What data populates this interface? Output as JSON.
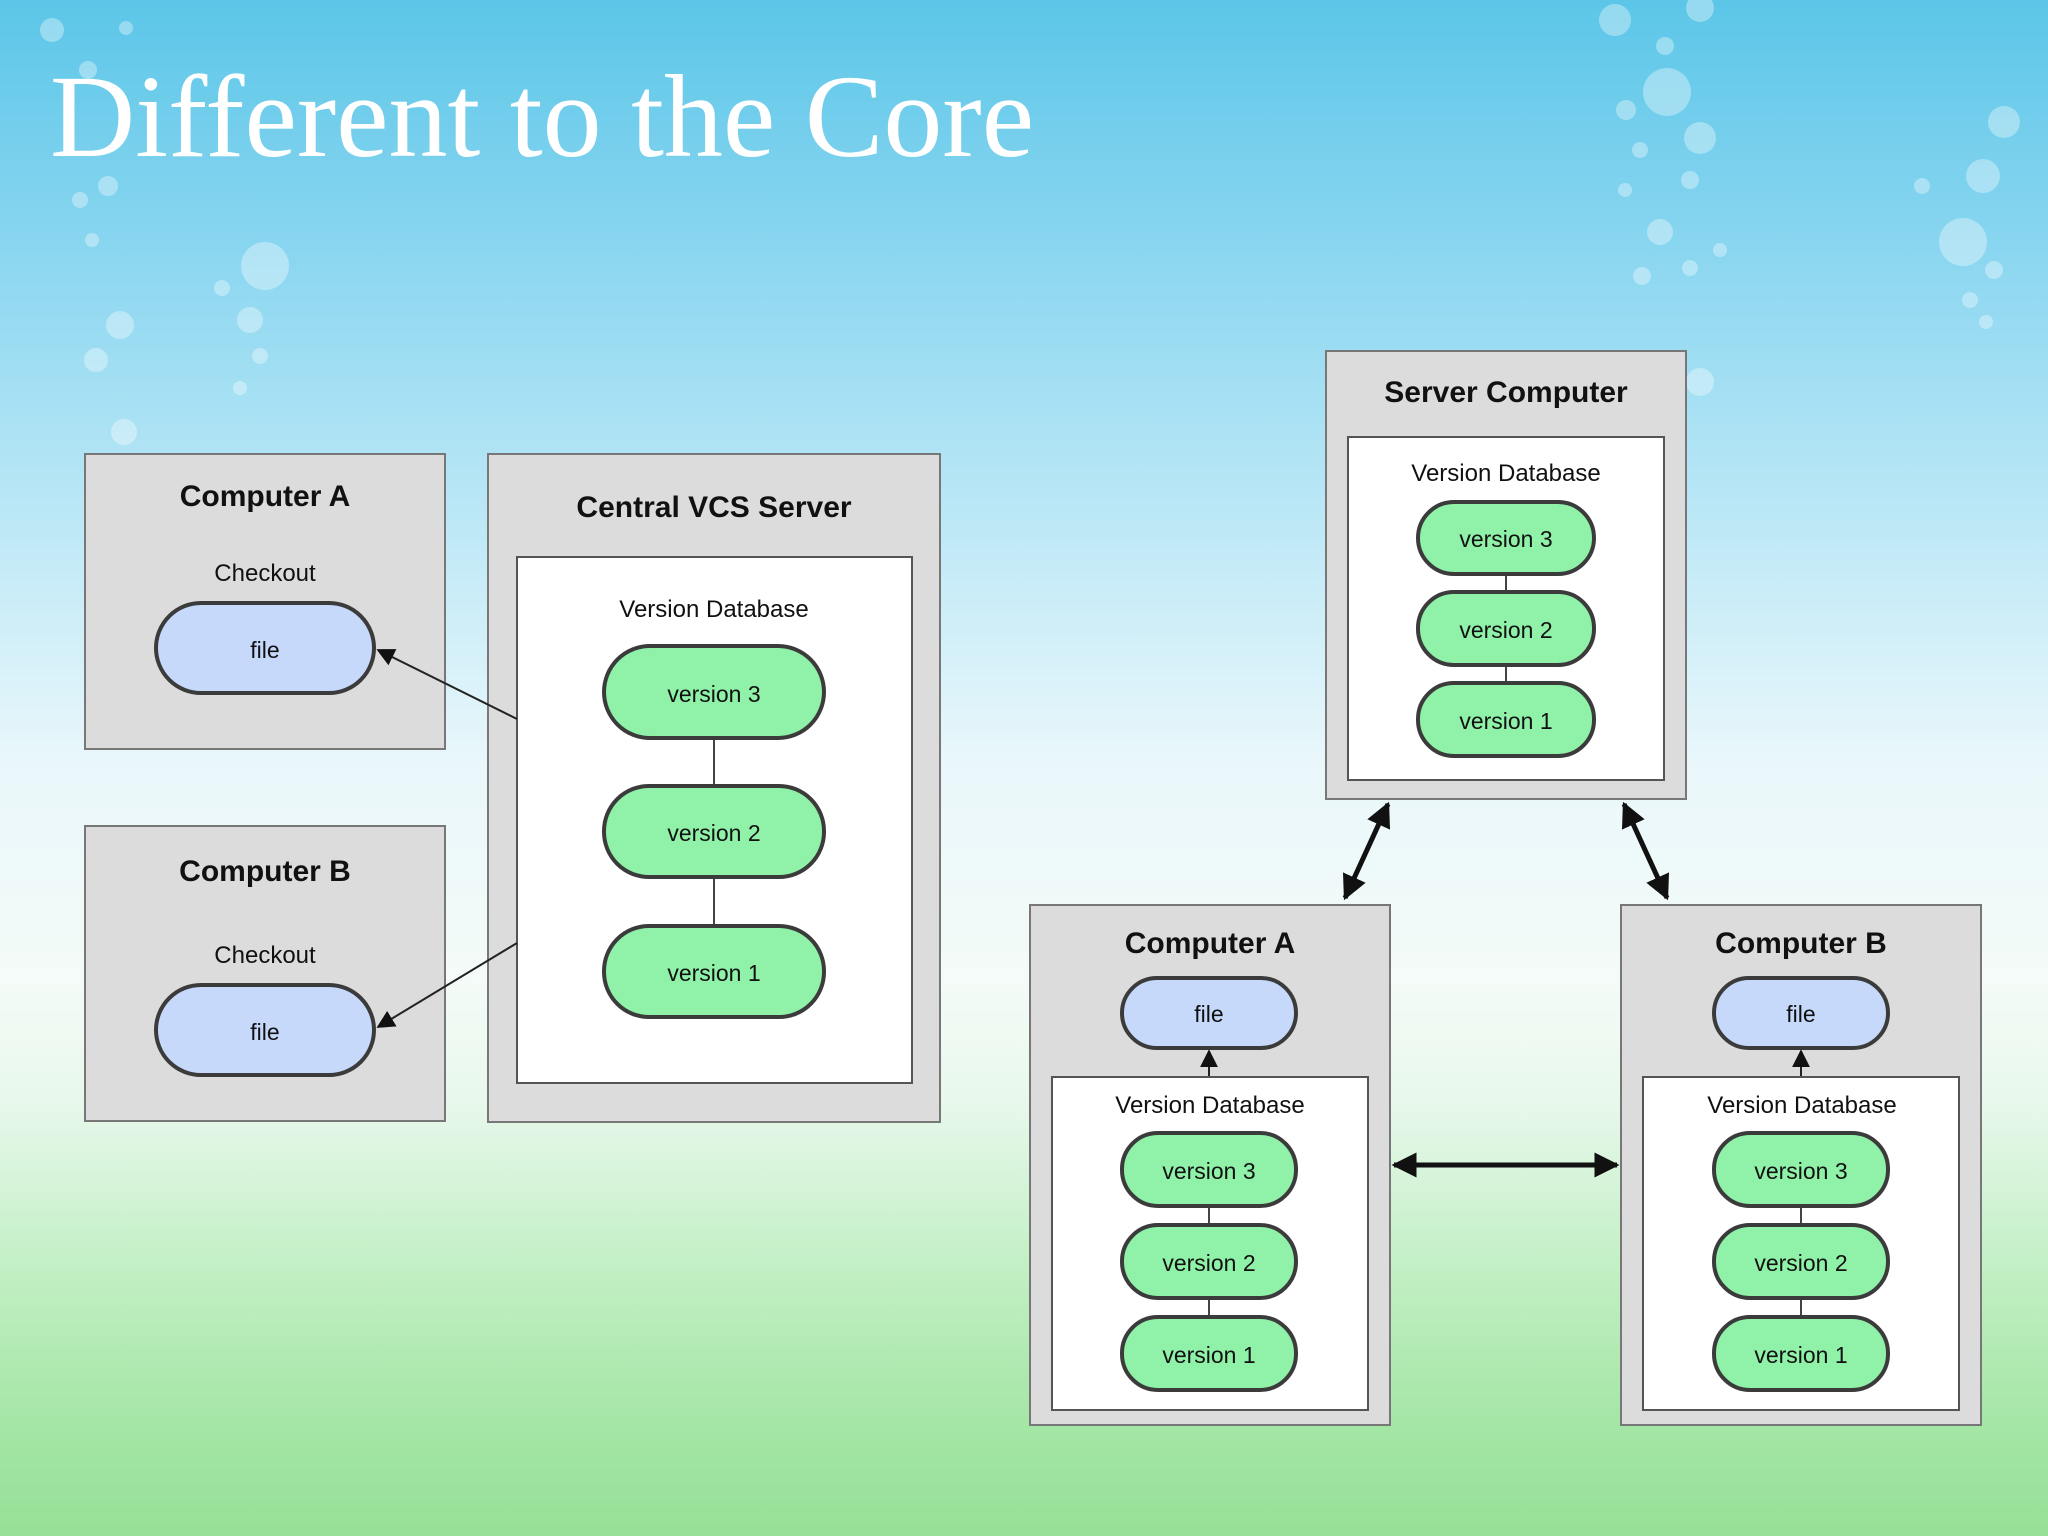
{
  "slide": {
    "title": "Different to the Core"
  },
  "colors": {
    "box_fill": "#dcdcdc",
    "box_stroke": "#777777",
    "db_fill": "#ffffff",
    "version_fill": "#8ff2a8",
    "file_fill": "#c7d9fb",
    "pill_stroke": "#3b3b3b"
  },
  "centralized": {
    "computer_a": {
      "title": "Computer A",
      "checkout_label": "Checkout",
      "file_label": "file"
    },
    "computer_b": {
      "title": "Computer B",
      "checkout_label": "Checkout",
      "file_label": "file"
    },
    "server": {
      "title": "Central VCS Server",
      "db_label": "Version Database",
      "versions": [
        "version 3",
        "version 2",
        "version 1"
      ]
    }
  },
  "distributed": {
    "server": {
      "title": "Server Computer",
      "db_label": "Version Database",
      "versions": [
        "version 3",
        "version 2",
        "version 1"
      ]
    },
    "computer_a": {
      "title": "Computer A",
      "file_label": "file",
      "db_label": "Version Database",
      "versions": [
        "version 3",
        "version 2",
        "version 1"
      ]
    },
    "computer_b": {
      "title": "Computer B",
      "file_label": "file",
      "db_label": "Version Database",
      "versions": [
        "version 3",
        "version 2",
        "version 1"
      ]
    }
  }
}
